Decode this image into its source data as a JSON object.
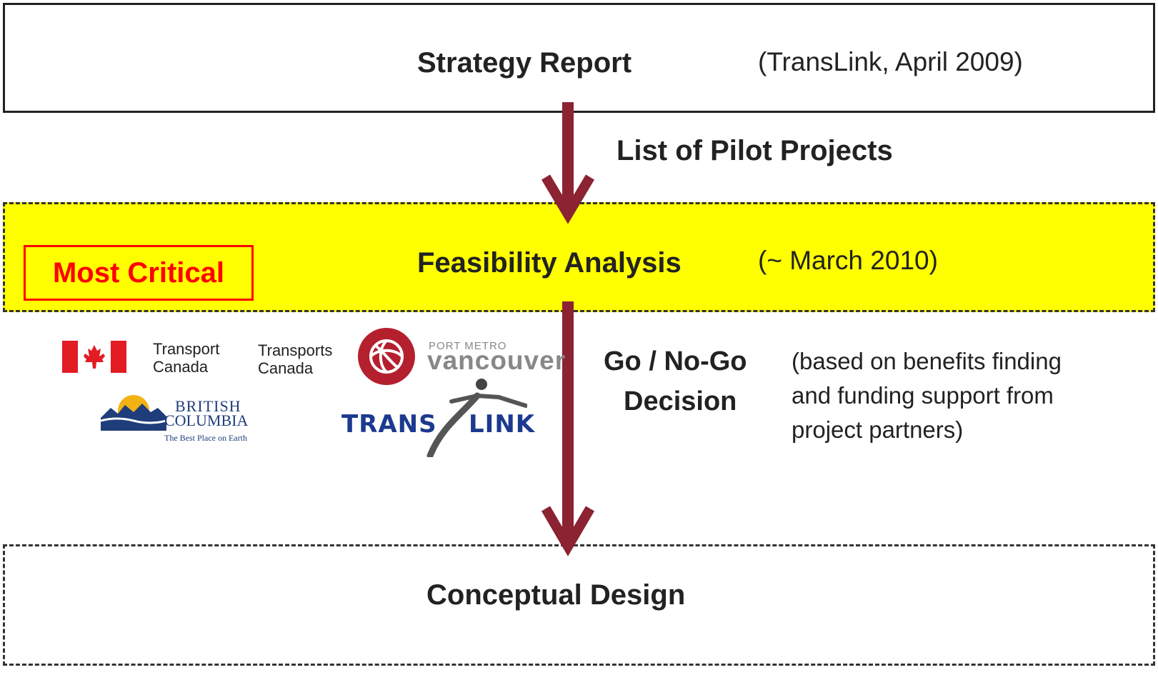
{
  "colors": {
    "arrow": "#8b2332",
    "highlight": "#ffff00",
    "critical": "#ff0000",
    "text": "#222222",
    "translink_blue": "#1b3a8f",
    "bc_blue": "#1f3d7a",
    "canada_red": "#e31b23",
    "port_red": "#b5202e"
  },
  "strategy": {
    "title": "Strategy Report",
    "note": "(TransLink, April 2009)"
  },
  "flow1": {
    "label": "List of Pilot Projects"
  },
  "feasibility": {
    "badge": "Most Critical",
    "title": "Feasibility Analysis",
    "note": "(~ March 2010)"
  },
  "logos": {
    "transport_canada_en": "Transport\nCanada",
    "transport_canada_fr": "Transports\nCanada",
    "port_metro_small": "PORT METRO",
    "port_metro_big": "vancouver",
    "bc_line1": "BRITISH",
    "bc_line2": "COLUMBIA",
    "bc_tagline": "The Best Place on Earth",
    "translink_left": "TRANS",
    "translink_right": "LINK"
  },
  "decision": {
    "line1": "Go / No-Go",
    "line2": "Decision",
    "basis": "(based on benefits finding\nand funding support from\nproject partners)"
  },
  "conceptual": {
    "title": "Conceptual Design"
  }
}
